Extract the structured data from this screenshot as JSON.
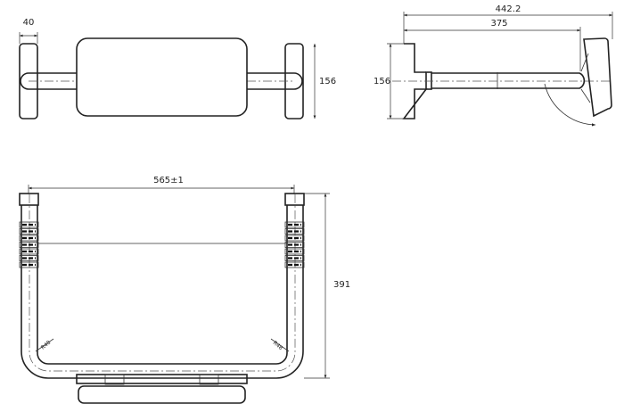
{
  "top_view": {
    "width_dim": "40",
    "height_dim": "156"
  },
  "side_view": {
    "overall_depth_dim": "442.2",
    "arm_length_dim": "375",
    "height_dim": "156"
  },
  "front_view": {
    "span_dim": "565±1",
    "height_dim": "391",
    "bend_radius_left": "R48",
    "bend_radius_right": "R48"
  }
}
